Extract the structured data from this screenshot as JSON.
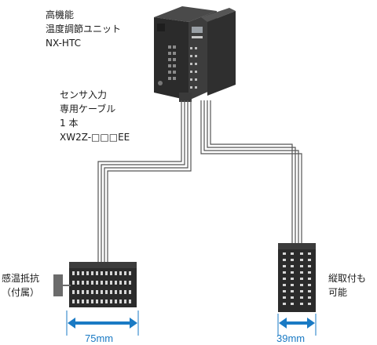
{
  "labels": {
    "unit": {
      "lines": [
        "高機能",
        "温度調節ユニット",
        "NX-HTC"
      ]
    },
    "cable": {
      "lines": [
        "センサ入力",
        "専用ケーブル",
        "1 本",
        "XW2Z-□□□EE"
      ]
    },
    "resistor": {
      "lines": [
        "感温抵抗",
        "（付属）"
      ]
    },
    "vertical_mount": {
      "lines": [
        "縦取付も",
        "可能"
      ]
    }
  },
  "dimensions": {
    "horizontal_block_width": "75mm",
    "vertical_block_width": "39mm"
  },
  "colors": {
    "dimension_arrow": "#1a7ac4",
    "device_body": "#2b2b2b",
    "cable": "#555555"
  }
}
